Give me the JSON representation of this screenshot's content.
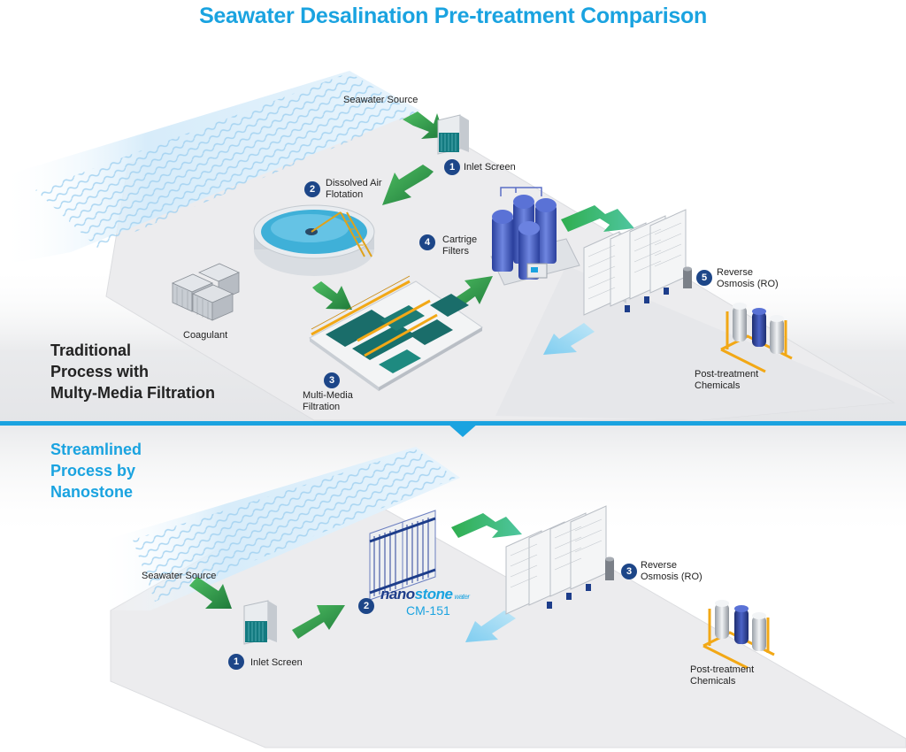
{
  "title": "Seawater Desalination Pre-treatment Comparison",
  "colors": {
    "accent": "#1aa3e0",
    "badge": "#1d4688",
    "flow_arrow": "#2e9a4a",
    "return_arrow": "#8fd3f2"
  },
  "traditional": {
    "heading": [
      "Traditional",
      "Process with",
      "Multy-Media Filtration"
    ],
    "source_label": "Seawater Source",
    "coagulant_label": "Coagulant",
    "post_treatment_label": [
      "Post-treatment",
      "Chemicals"
    ],
    "steps": [
      {
        "number": "1",
        "label": [
          "Inlet Screen"
        ]
      },
      {
        "number": "2",
        "label": [
          "Dissolved Air",
          "Flotation"
        ]
      },
      {
        "number": "3",
        "label": [
          "Multi-Media",
          "Filtration"
        ]
      },
      {
        "number": "4",
        "label": [
          "Cartrige",
          "Filters"
        ]
      },
      {
        "number": "5",
        "label": [
          "Reverse",
          "Osmosis (RO)"
        ]
      }
    ]
  },
  "streamlined": {
    "heading": [
      "Streamlined",
      "Process by",
      "Nanostone"
    ],
    "source_label": "Seawater Source",
    "post_treatment_label": [
      "Post-treatment",
      "Chemicals"
    ],
    "brand": {
      "name_prefix": "nano",
      "name_suffix": "stone",
      "tag": "water",
      "model": "CM-151"
    },
    "steps": [
      {
        "number": "1",
        "label": [
          "Inlet Screen"
        ]
      },
      {
        "number": "2",
        "label": []
      },
      {
        "number": "3",
        "label": [
          "Reverse",
          "Osmosis (RO)"
        ]
      }
    ]
  }
}
